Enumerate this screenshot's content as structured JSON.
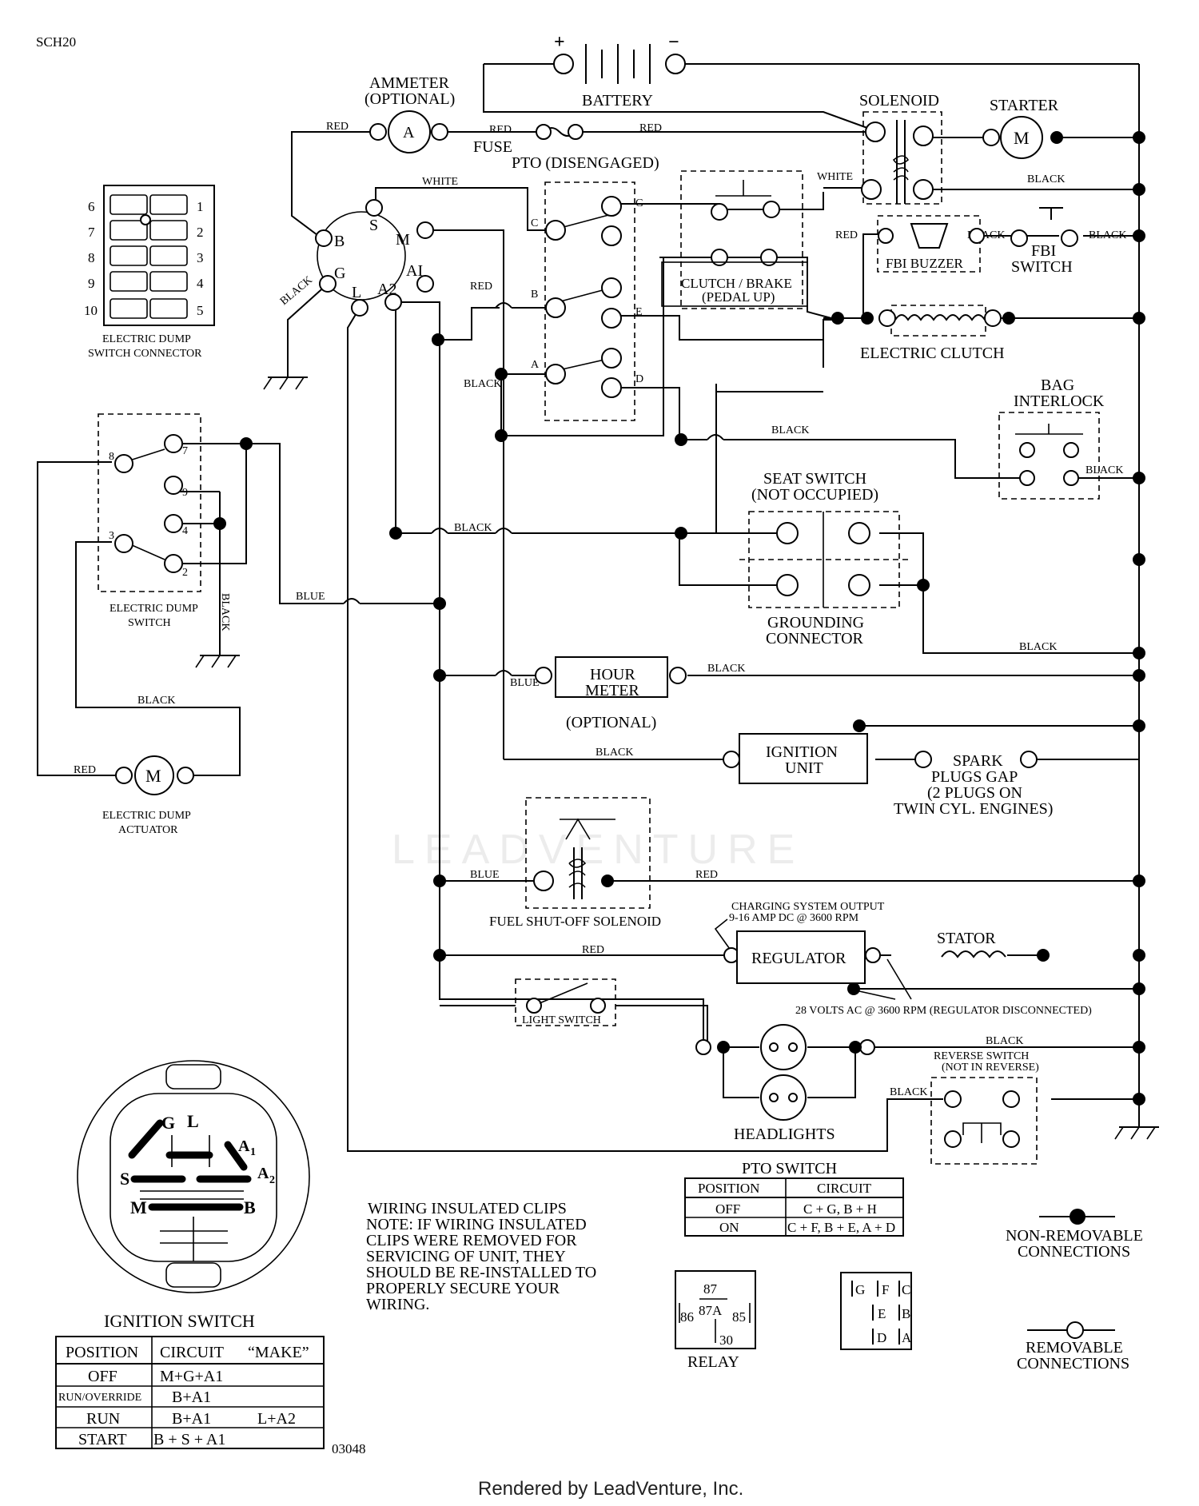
{
  "doc": {
    "code": "SCH20",
    "part_number": "03048",
    "footer": "Rendered by LeadVenture, Inc.",
    "watermark": "LEADVENTURE"
  },
  "wire_colors": {
    "red": "RED",
    "black": "BLACK",
    "white": "WHITE",
    "blue": "BLUE"
  },
  "components": {
    "battery": "BATTERY",
    "battery_pos": "+",
    "battery_neg": "−",
    "ammeter_l1": "AMMETER",
    "ammeter_l2": "(OPTIONAL)",
    "ammeter_symbol": "A",
    "fuse": "FUSE",
    "pto": "PTO (DISENGAGED)",
    "solenoid": "SOLENOID",
    "starter": "STARTER",
    "motor_symbol": "M",
    "clutch_brake_l1": "CLUTCH / BRAKE",
    "clutch_brake_l2": "(PEDAL UP)",
    "fbi_buzzer": "FBI BUZZER",
    "fbi_switch_l1": "FBI",
    "fbi_switch_l2": "SWITCH",
    "electric_clutch": "ELECTRIC CLUTCH",
    "bag_interlock_l1": "BAG",
    "bag_interlock_l2": "INTERLOCK",
    "seat_switch_l1": "SEAT SWITCH",
    "seat_switch_l2": "(NOT OCCUPIED)",
    "grounding_l1": "GROUNDING",
    "grounding_l2": "CONNECTOR",
    "hour_meter_l1": "HOUR",
    "hour_meter_l2": "METER",
    "hour_meter_opt": "(OPTIONAL)",
    "ignition_unit_l1": "IGNITION",
    "ignition_unit_l2": "UNIT",
    "spark_l1": "SPARK",
    "spark_l2": "PLUGS GAP",
    "spark_l3": "(2 PLUGS ON",
    "spark_l4": "TWIN CYL. ENGINES)",
    "fuel_solenoid": "FUEL SHUT-OFF SOLENOID",
    "charging_l1": "CHARGING SYSTEM OUTPUT",
    "charging_l2": "9-16 AMP DC @ 3600 RPM",
    "regulator": "REGULATOR",
    "stator": "STATOR",
    "volts_note": "28 VOLTS AC @ 3600 RPM (REGULATOR DISCONNECTED)",
    "light_switch": "LIGHT SWITCH",
    "headlights": "HEADLIGHTS",
    "reverse_l1": "REVERSE SWITCH",
    "reverse_l2": "(NOT IN REVERSE)",
    "dump_connector_l1": "ELECTRIC DUMP",
    "dump_connector_l2": "SWITCH CONNECTOR",
    "dump_switch_l1": "ELECTRIC DUMP",
    "dump_switch_l2": "SWITCH",
    "dump_actuator_l1": "ELECTRIC DUMP",
    "dump_actuator_l2": "ACTUATOR",
    "ignition_switch": "IGNITION SWITCH",
    "relay": "RELAY"
  },
  "terminals": {
    "ign_S": "S",
    "ign_B": "B",
    "ign_M": "M",
    "ign_G": "G",
    "ign_L": "L",
    "ign_A2": "A2",
    "ign_A1": "AI",
    "pto_C": "C",
    "pto_G": "G",
    "pto_B": "B",
    "pto_E": "E",
    "pto_A": "A",
    "pto_D": "D",
    "dump_8": "8",
    "dump_7": "7",
    "dump_9": "9",
    "dump_4": "4",
    "dump_3": "3",
    "dump_2": "2",
    "conn_left": [
      "6",
      "7",
      "8",
      "9",
      "10"
    ],
    "conn_right": [
      "1",
      "2",
      "3",
      "4",
      "5"
    ],
    "relay_87": "87",
    "relay_87a": "87A",
    "relay_86": "86",
    "relay_85": "85",
    "relay_30": "30",
    "pto_pins": [
      "G",
      "F",
      "C",
      "E",
      "B",
      "D",
      "A"
    ],
    "key_G": "G",
    "key_L": "L",
    "key_A1": "A",
    "key_A1_sub": "1",
    "key_S": "S",
    "key_A2": "A",
    "key_A2_sub": "2",
    "key_M": "M",
    "key_B": "B"
  },
  "notes": {
    "clips_title": "WIRING INSULATED CLIPS",
    "clips_lines": [
      "NOTE:  IF WIRING INSULATED",
      "CLIPS WERE REMOVED FOR",
      "SERVICING OF UNIT, THEY",
      "SHOULD BE RE-INSTALLED TO",
      "PROPERLY SECURE YOUR",
      "WIRING."
    ]
  },
  "legend": {
    "non_removable_l1": "NON-REMOVABLE",
    "non_removable_l2": "CONNECTIONS",
    "removable_l1": "REMOVABLE",
    "removable_l2": "CONNECTIONS"
  },
  "pto_switch_table": {
    "title": "PTO SWITCH",
    "headers": [
      "POSITION",
      "CIRCUIT"
    ],
    "rows": [
      [
        "OFF",
        "C + G, B + H"
      ],
      [
        "ON",
        "C + F, B + E, A + D"
      ]
    ]
  },
  "ignition_table": {
    "headers": [
      "POSITION",
      "CIRCUIT",
      "“MAKE”"
    ],
    "rows": [
      [
        "OFF",
        "M+G+A1",
        ""
      ],
      [
        "RUN/OVERRIDE",
        "B+A1",
        ""
      ],
      [
        "RUN",
        "B+A1",
        "L+A2"
      ],
      [
        "START",
        "B + S + A1",
        ""
      ]
    ]
  }
}
